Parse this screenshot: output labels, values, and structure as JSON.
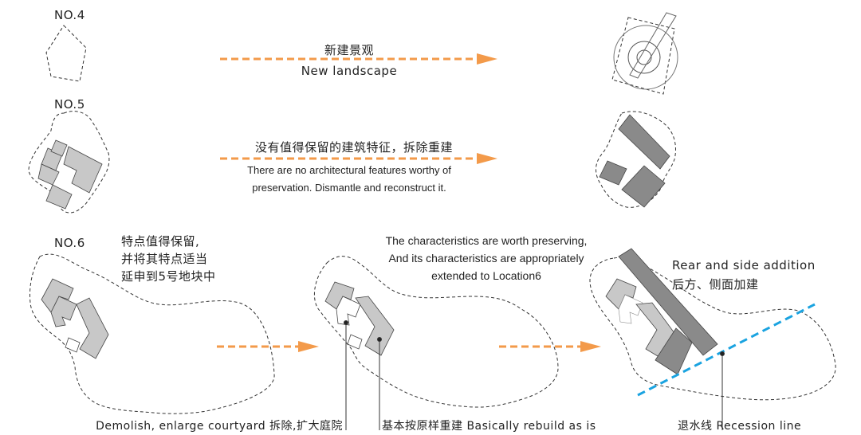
{
  "sections": {
    "no4": {
      "label": "NO.4",
      "arrow_cn": "新建景观",
      "arrow_en": "New landscape"
    },
    "no5": {
      "label": "NO.5",
      "arrow_cn": "没有值得保留的建筑特征，拆除重建",
      "arrow_en_line1": "There are no architectural features worthy of",
      "arrow_en_line2": "preservation. Dismantle and reconstruct it."
    },
    "no6": {
      "label": "NO.6",
      "note_cn_line1": "特点值得保留,",
      "note_cn_line2": "并将其特点适当",
      "note_cn_line3": "延申到5号地块中",
      "note_en_line1": "The characteristics are worth preserving,",
      "note_en_line2": "And its characteristics are appropriately",
      "note_en_line3": "extended to Location6",
      "callout_demolish": "Demolish, enlarge courtyard 拆除,扩大庭院",
      "callout_rebuild": "基本按原样重建 Basically rebuild as is",
      "callout_addition_en": "Rear and side addition",
      "callout_addition_cn": "后方、侧面加建",
      "callout_recession": "退水线 Recession line"
    }
  },
  "colors": {
    "arrow": "#f39a4a",
    "recession_line": "#1aa3e0",
    "existing_building": "#c8c8c8",
    "new_building": "#8a8a8a",
    "outline": "#333333"
  }
}
